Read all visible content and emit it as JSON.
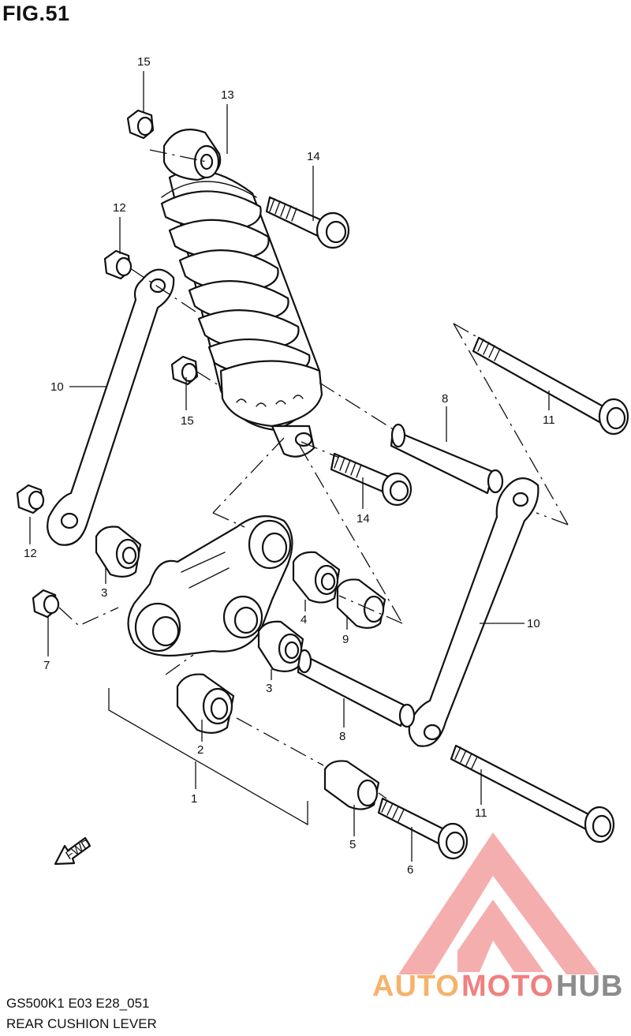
{
  "figure": {
    "title": "FIG.51",
    "model_code": "GS500K1  E03  E28_051",
    "section_name": "REAR CUSHION LEVER"
  },
  "callouts": {
    "c1": "1",
    "c2": "2",
    "c3a": "3",
    "c3b": "3",
    "c4": "4",
    "c5": "5",
    "c6": "6",
    "c7": "7",
    "c8a": "8",
    "c8b": "8",
    "c9": "9",
    "c10a": "10",
    "c10b": "10",
    "c11a": "11",
    "c11b": "11",
    "c12a": "12",
    "c12b": "12",
    "c13": "13",
    "c14a": "14",
    "c14b": "14",
    "c15a": "15",
    "c15b": "15"
  },
  "fwd_label": "FWD",
  "watermark": {
    "part1": "AUTO",
    "part2": "MOTO",
    "part3": "HUB",
    "color_orange": "#f7b26a",
    "color_red": "#f08080",
    "color_gray": "#8c8c8c"
  }
}
